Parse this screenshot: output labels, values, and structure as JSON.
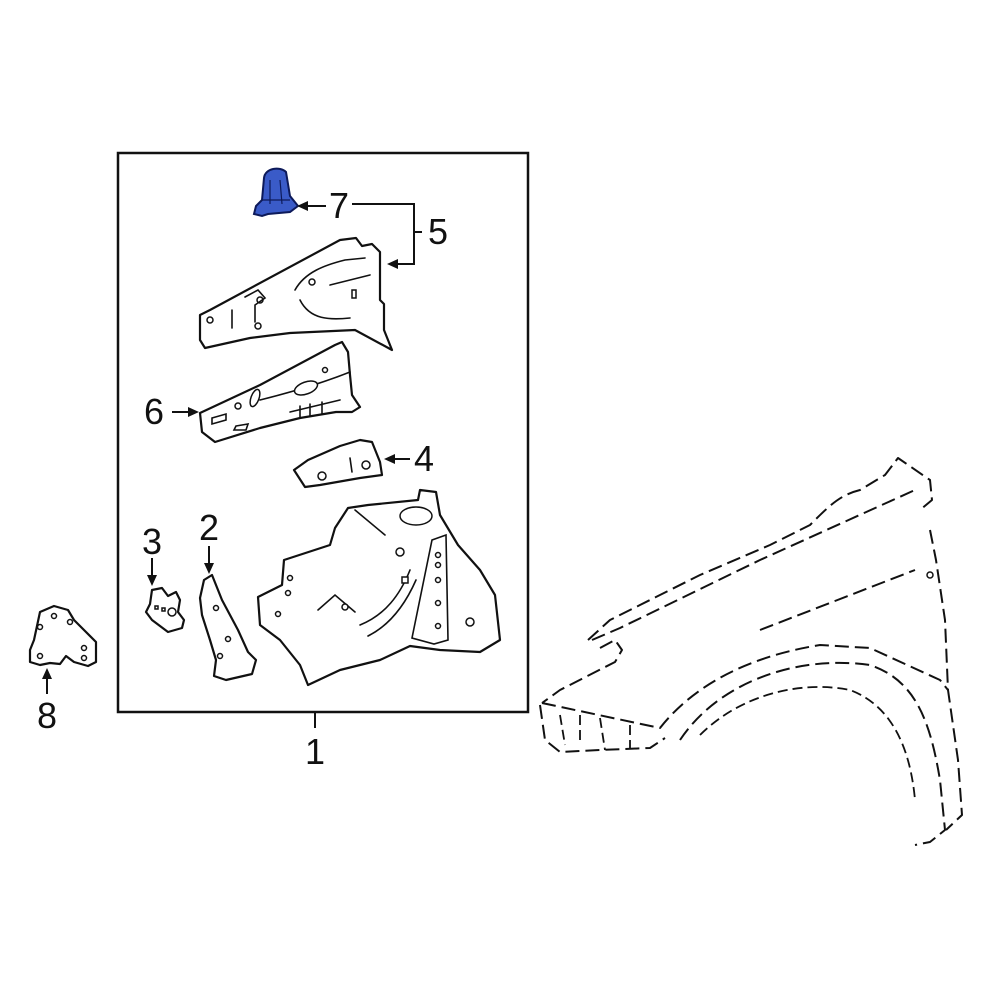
{
  "diagram": {
    "type": "exploded parts diagram",
    "subject": "Front fender apron / inner structure assembly",
    "highlight_color": "#3a5bc8",
    "highlighted_part": "7",
    "group_box": {
      "label": "1"
    },
    "callouts": [
      {
        "id": "1",
        "label": "1",
        "description": "apron assembly (boxed group)"
      },
      {
        "id": "2",
        "label": "2",
        "description": "front pillar reinforcement"
      },
      {
        "id": "3",
        "label": "3",
        "description": "small bracket"
      },
      {
        "id": "4",
        "label": "4",
        "description": "gusset plate"
      },
      {
        "id": "5",
        "label": "5",
        "description": "upper rail assembly (includes 7)"
      },
      {
        "id": "6",
        "label": "6",
        "description": "upper rail reinforcement"
      },
      {
        "id": "7",
        "label": "7",
        "description": "highlighted bracket (blue)"
      },
      {
        "id": "8",
        "label": "8",
        "description": "bracket outside box"
      }
    ],
    "reference_part": "fender (shown dashed)"
  }
}
